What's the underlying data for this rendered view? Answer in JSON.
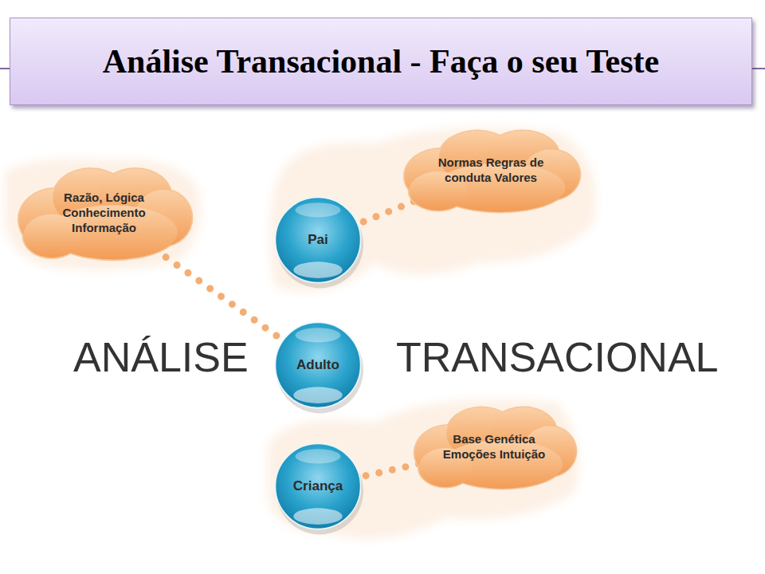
{
  "diagram": {
    "title": "Análise Transacional - Faça o seu Teste",
    "nodes": [
      {
        "text": [
          "Razão, Lógica Conhecimento Informação"
        ]
      },
      {
        "text": [
          "Normas Regras de conduta Valores"
        ]
      },
      {
        "text": [
          "Pai"
        ]
      },
      {
        "text": [
          "Adulto"
        ]
      },
      {
        "text": [
          "Criança"
        ]
      },
      {
        "text": [
          "Base Genética Emoções Intuição"
        ]
      }
    ],
    "edges": [
      {
        "from": 0,
        "to": 3,
        "arrow": "none"
      },
      {
        "from": 2,
        "to": 1,
        "arrow": "none"
      },
      {
        "from": 4,
        "to": 5,
        "arrow": "none"
      }
    ],
    "labels": [
      "ANÁLISE",
      "TRANSACIONAL"
    ]
  }
}
